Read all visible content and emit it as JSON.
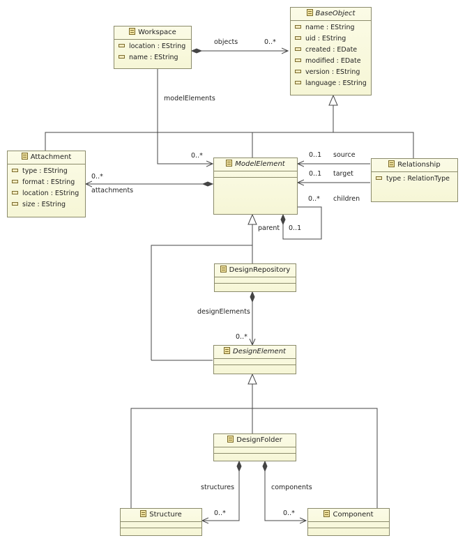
{
  "classes": {
    "workspace": {
      "name": "Workspace",
      "attributes": [
        "location : EString",
        "name : EString"
      ]
    },
    "baseobject": {
      "name": "BaseObject",
      "attributes": [
        "name : EString",
        "uid : EString",
        "created : EDate",
        "modified : EDate",
        "version : EString",
        "language : EString"
      ]
    },
    "attachment": {
      "name": "Attachment",
      "attributes": [
        "type : EString",
        "format : EString",
        "location : EString",
        "size : EString"
      ]
    },
    "modelelement": {
      "name": "ModelElement",
      "attributes": []
    },
    "relationship": {
      "name": "Relationship",
      "attributes": [
        "type : RelationType"
      ]
    },
    "designrepository": {
      "name": "DesignRepository",
      "attributes": []
    },
    "designelement": {
      "name": "DesignElement",
      "attributes": []
    },
    "designfolder": {
      "name": "DesignFolder",
      "attributes": []
    },
    "structure": {
      "name": "Structure",
      "attributes": []
    },
    "component": {
      "name": "Component",
      "attributes": []
    }
  },
  "labels": {
    "objects": "objects",
    "objects_mult": "0..*",
    "modelElements": "modelElements",
    "modelElements_mult": "0..*",
    "attachments": "attachments",
    "attachments_mult": "0..*",
    "source": "source",
    "source_mult": "0..1",
    "target": "target",
    "target_mult": "0..1",
    "children": "children",
    "children_mult": "0..*",
    "parent": "parent",
    "parent_mult": "0..1",
    "designElements": "designElements",
    "designElements_mult": "0..*",
    "structures": "structures",
    "structures_mult": "0..*",
    "components": "components",
    "components_mult": "0..*"
  },
  "colors": {
    "box_border": "#8a8a6a",
    "box_fill": "#f8f8dc",
    "line": "#444444"
  }
}
